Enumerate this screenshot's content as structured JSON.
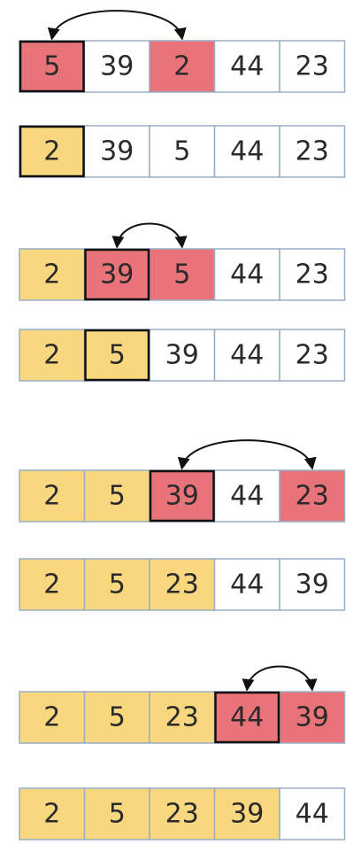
{
  "colors": {
    "sorted": "#f8d77f",
    "swap": "#e8747a",
    "unsorted": "#ffffff",
    "border": "#9aaec8",
    "border_highlight": "#111111",
    "text": "#2a2a2a"
  },
  "steps": [
    {
      "cells": [
        {
          "value": "5",
          "state": "swap",
          "highlight": true
        },
        {
          "value": "39",
          "state": "unsorted",
          "highlight": false
        },
        {
          "value": "2",
          "state": "swap",
          "highlight": false
        },
        {
          "value": "44",
          "state": "unsorted",
          "highlight": false
        },
        {
          "value": "23",
          "state": "unsorted",
          "highlight": false
        }
      ],
      "swap_arrow": {
        "from_index": 0,
        "to_index": 2
      }
    },
    {
      "cells": [
        {
          "value": "2",
          "state": "sorted",
          "highlight": true
        },
        {
          "value": "39",
          "state": "unsorted",
          "highlight": false
        },
        {
          "value": "5",
          "state": "unsorted",
          "highlight": false
        },
        {
          "value": "44",
          "state": "unsorted",
          "highlight": false
        },
        {
          "value": "23",
          "state": "unsorted",
          "highlight": false
        }
      ],
      "swap_arrow": null
    },
    {
      "cells": [
        {
          "value": "2",
          "state": "sorted",
          "highlight": false
        },
        {
          "value": "39",
          "state": "swap",
          "highlight": true
        },
        {
          "value": "5",
          "state": "swap",
          "highlight": false
        },
        {
          "value": "44",
          "state": "unsorted",
          "highlight": false
        },
        {
          "value": "23",
          "state": "unsorted",
          "highlight": false
        }
      ],
      "swap_arrow": {
        "from_index": 1,
        "to_index": 2
      }
    },
    {
      "cells": [
        {
          "value": "2",
          "state": "sorted",
          "highlight": false
        },
        {
          "value": "5",
          "state": "sorted",
          "highlight": true
        },
        {
          "value": "39",
          "state": "unsorted",
          "highlight": false
        },
        {
          "value": "44",
          "state": "unsorted",
          "highlight": false
        },
        {
          "value": "23",
          "state": "unsorted",
          "highlight": false
        }
      ],
      "swap_arrow": null
    },
    {
      "cells": [
        {
          "value": "2",
          "state": "sorted",
          "highlight": false
        },
        {
          "value": "5",
          "state": "sorted",
          "highlight": false
        },
        {
          "value": "39",
          "state": "swap",
          "highlight": true
        },
        {
          "value": "44",
          "state": "unsorted",
          "highlight": false
        },
        {
          "value": "23",
          "state": "swap",
          "highlight": false
        }
      ],
      "swap_arrow": {
        "from_index": 2,
        "to_index": 4
      }
    },
    {
      "cells": [
        {
          "value": "2",
          "state": "sorted",
          "highlight": false
        },
        {
          "value": "5",
          "state": "sorted",
          "highlight": false
        },
        {
          "value": "23",
          "state": "sorted",
          "highlight": false
        },
        {
          "value": "44",
          "state": "unsorted",
          "highlight": false
        },
        {
          "value": "39",
          "state": "unsorted",
          "highlight": false
        }
      ],
      "swap_arrow": null
    },
    {
      "cells": [
        {
          "value": "2",
          "state": "sorted",
          "highlight": false
        },
        {
          "value": "5",
          "state": "sorted",
          "highlight": false
        },
        {
          "value": "23",
          "state": "sorted",
          "highlight": false
        },
        {
          "value": "44",
          "state": "swap",
          "highlight": true
        },
        {
          "value": "39",
          "state": "swap",
          "highlight": false
        }
      ],
      "swap_arrow": {
        "from_index": 3,
        "to_index": 4
      }
    },
    {
      "cells": [
        {
          "value": "2",
          "state": "sorted",
          "highlight": false
        },
        {
          "value": "5",
          "state": "sorted",
          "highlight": false
        },
        {
          "value": "23",
          "state": "sorted",
          "highlight": false
        },
        {
          "value": "39",
          "state": "sorted",
          "highlight": false
        },
        {
          "value": "44",
          "state": "unsorted",
          "highlight": false
        }
      ],
      "swap_arrow": null
    }
  ]
}
